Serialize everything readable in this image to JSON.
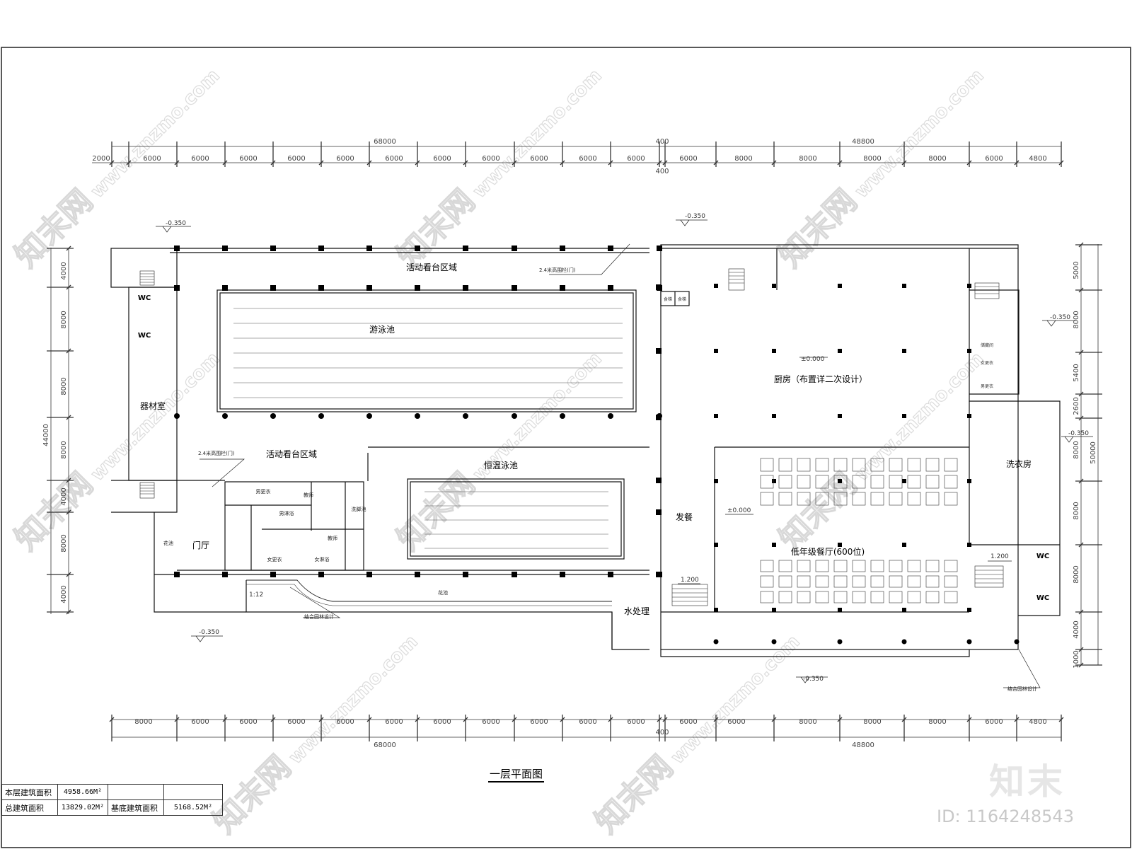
{
  "title": "一层平面图",
  "dimensions": {
    "top_total_left": "68000",
    "top_total_right": "48800",
    "top_gap": "400",
    "top_segments_left": [
      "2000",
      "6000",
      "6000",
      "6000",
      "6000",
      "6000",
      "6000",
      "6000",
      "6000",
      "6000",
      "6000",
      "6000"
    ],
    "top_segments_right": [
      "6000",
      "8000",
      "8000",
      "8000",
      "8000",
      "6000",
      "4800"
    ],
    "bottom_segments_left": [
      "8000",
      "6000",
      "6000",
      "6000",
      "6000",
      "6000",
      "6000",
      "6000",
      "6000",
      "6000",
      "6000"
    ],
    "bottom_segments_right": [
      "6000",
      "6000",
      "8000",
      "8000",
      "8000",
      "6000",
      "4800"
    ],
    "bottom_total_left": "68000",
    "bottom_total_right": "48800",
    "bottom_gap": "400",
    "left_total": "44000",
    "left_segments": [
      "4000",
      "8000",
      "8000",
      "8000",
      "4000",
      "8000",
      "4000"
    ],
    "right_total": "50000",
    "right_segments": [
      "5000",
      "8000",
      "5400",
      "2600",
      "8000",
      "8000",
      "8000",
      "4000",
      "1000"
    ]
  },
  "rooms": {
    "stands_top": "活动看台区域",
    "railing_top": "2.4米高围栏(门)",
    "pool": "游泳池",
    "wc_a": "WC",
    "wc_b": "WC",
    "equipment": "器材室",
    "railing_left": "2.4米高围栏(门)",
    "stands_bottom": "活动看台区域",
    "heated_pool": "恒温泳池",
    "lobby": "门厅",
    "men_changing": "男更衣",
    "men_shower": "男淋浴",
    "coach_a": "教师",
    "coach_b": "教师",
    "footbath": "洗脚池",
    "women_changing": "女更衣",
    "women_shower": "女淋浴",
    "planter_a": "花池",
    "planter_b": "花池",
    "landscape_a": "结合园林设计",
    "landscape_b": "结合园林设计",
    "water_treatment": "水处理",
    "kitchen": "厨房（布置详二次设计）",
    "elevator_a": "食梯",
    "elevator_b": "食梯",
    "serving": "发餐",
    "dining": "低年级餐厅(600位)",
    "laundry": "洗衣房",
    "wc_c": "WC",
    "wc_d": "WC",
    "storage": "储藏间",
    "f_changing": "女更衣",
    "m_changing": "男更衣"
  },
  "levels": {
    "l1": "-0.350",
    "l2": "-0.350",
    "l3": "-0.350",
    "l4": "-0.350",
    "l5": "-0.350",
    "l6": "-0.350",
    "zero_a": "±0.000",
    "zero_b": "±0.000",
    "step_a": "1.200",
    "step_b": "1.200",
    "ramp": "1:12"
  },
  "area_table": {
    "floor_area_label": "本层建筑面积",
    "floor_area_value": "4958.66M²",
    "total_area_label": "总建筑面积",
    "total_area_value": "13829.02M²",
    "base_area_label": "基底建筑面积",
    "base_area_value": "5168.52M²"
  },
  "watermark": {
    "brand": "知末网",
    "url": "www.znzmo.com",
    "logo": "知末",
    "id": "ID: 1164248543"
  }
}
